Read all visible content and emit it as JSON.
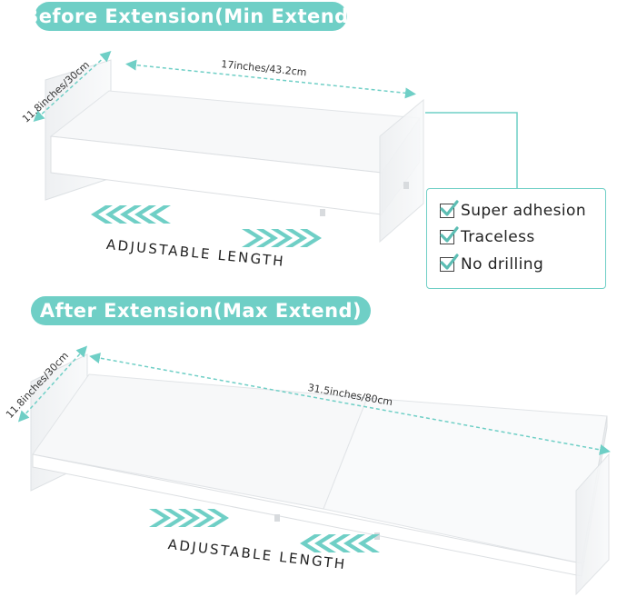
{
  "headers": {
    "before": "Before Extension(Min Extend)",
    "after": "After Extension(Max Extend)"
  },
  "dimensions": {
    "top_width": "17inches/43.2cm",
    "top_depth": "11.8inches/30cm",
    "bottom_width": "31.5inches/80cm",
    "bottom_depth": "11.8inches/30cm"
  },
  "labels": {
    "adjustable_top": "ADJUSTABLE LENGTH",
    "adjustable_bottom": "ADJUSTABLE LENGTH"
  },
  "features": [
    "Super adhesion",
    "Traceless",
    "No drilling"
  ],
  "colors": {
    "accent": "#6fcfc6",
    "panel": "#f4f5f6",
    "edge": "#d9dcdf"
  }
}
